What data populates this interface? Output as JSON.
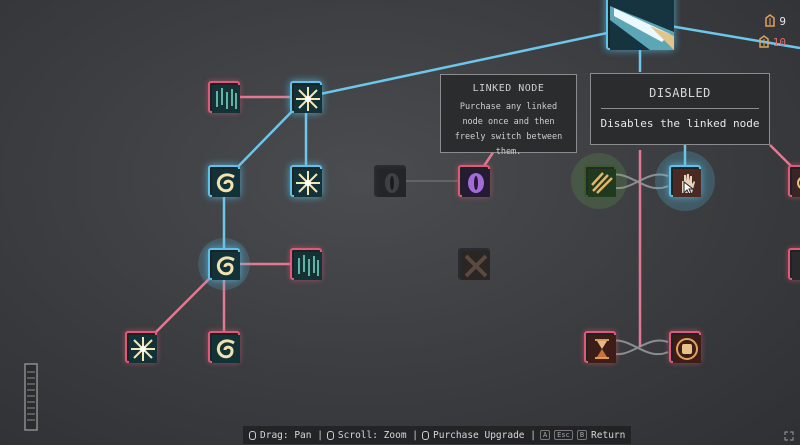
{
  "resources": [
    {
      "icon": "gem-icon",
      "value": "9",
      "color": "#e8e8e8"
    },
    {
      "icon": "gem-icon",
      "value": "10",
      "color": "#e26a6a"
    }
  ],
  "tooltips": {
    "linked": {
      "title": "LINKED NODE",
      "body": "Purchase any linked node once and then freely switch between them."
    },
    "disabled": {
      "title": "DISABLED",
      "body": "Disables the linked node"
    }
  },
  "hints": {
    "drag": "Drag: Pan |",
    "scroll": "Scroll: Zoom |",
    "purchase": "Purchase Upgrade |",
    "key1": "A",
    "key2": "Esc",
    "key3": "B",
    "return": "Return"
  },
  "colors": {
    "pink": "#e05a78",
    "blue": "#5cc3ea",
    "panel": "#2a2c2e"
  }
}
